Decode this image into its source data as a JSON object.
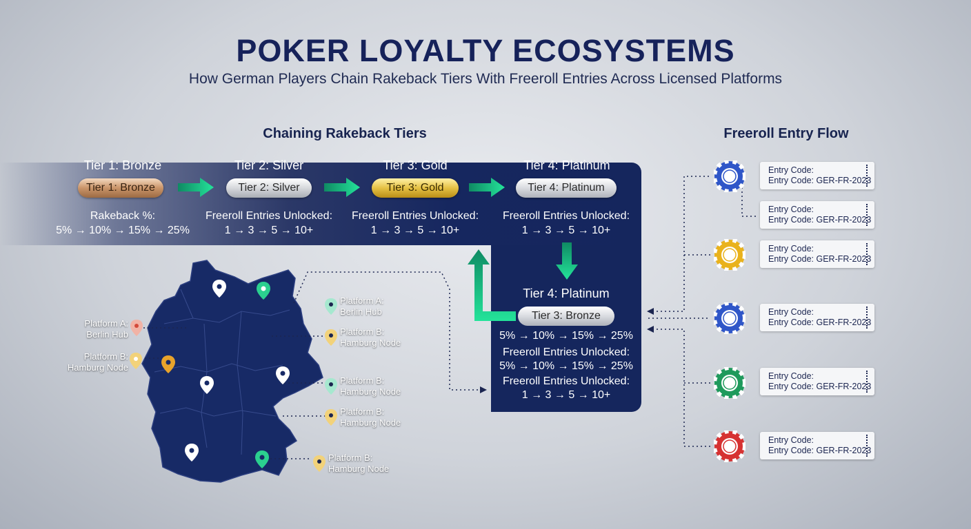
{
  "header": {
    "title": "POKER LOYALTY ECOSYSTEMS",
    "subtitle": "How German Players Chain Rakeback Tiers With Freeroll Entries Across Licensed Platforms"
  },
  "sections": {
    "chain": "Chaining Rakeback Tiers",
    "flow": "Freeroll Entry Flow"
  },
  "tiers": [
    {
      "heading": "Tier 1: Bronze",
      "pill": "Tier 1: Bronze",
      "line1": "Rakeback %:",
      "line2": "5% → 10% → 15% → 25%"
    },
    {
      "heading": "Tier 2: Silver",
      "pill": "Tier 2: Silver",
      "line1": "Freeroll Entries Unlocked:",
      "line2": "1 → 3 → 5 → 10+"
    },
    {
      "heading": "Tier 3: Gold",
      "pill": "Tier 3: Gold",
      "line1": "Freeroll Entries Unlocked:",
      "line2": "1 → 3 → 5 → 10+"
    },
    {
      "heading": "Tier 4: Platinum",
      "pill": "Tier 4: Platinum",
      "line1": "Freeroll Entries Unlocked:",
      "line2": "1 → 3 → 5 → 10+"
    }
  ],
  "panel": {
    "heading": "Tier 4: Platinum",
    "pill": "Tier 3: Bronze",
    "l1": "5% → 10% → 15% → 25%",
    "l2": "Freeroll Entries Unlocked:",
    "l3": "5% → 10% → 15% → 25%",
    "l4": "Freeroll Entries Unlocked:",
    "l5": "1 → 3 → 5 → 10+"
  },
  "map_labels": [
    {
      "name": "Platform A:",
      "sub": "Berlin Hub"
    },
    {
      "name": "Platform B:",
      "sub": "Hamburg Node"
    },
    {
      "name": "Platform A:",
      "sub": "Berlin Hub"
    },
    {
      "name": "Platform B:",
      "sub": "Hamburg Node"
    },
    {
      "name": "Platform B:",
      "sub": "Hamburg Node"
    },
    {
      "name": "Platform B:",
      "sub": "Hamburg Node"
    },
    {
      "name": "Platform B:",
      "sub": "Hamburg Node"
    }
  ],
  "tickets": [
    {
      "l1": "Entry Code:",
      "l2": "Entry Code: GER-FR-2023"
    },
    {
      "l1": "Entry Code:",
      "l2": "Entry Code: GER-FR-2023"
    },
    {
      "l1": "Entry Code:",
      "l2": "Entry Code: GER-FR-2023"
    },
    {
      "l1": "Entry Code:",
      "l2": "Entry Code: GER-FR-2023"
    },
    {
      "l1": "Entry Code:",
      "l2": "Entry Code: GER-FR-2023"
    },
    {
      "l1": "Entry Code:",
      "l2": "Entry Code: GER-FR-2023"
    }
  ],
  "chips": [
    {
      "color": "#2f56c8"
    },
    {
      "color": "#e9b21c"
    },
    {
      "color": "#2f56c8"
    },
    {
      "color": "#1f9a5c"
    },
    {
      "color": "#d63232"
    }
  ],
  "colors": {
    "navy": "#15265d",
    "arrow": "#1fcf8c",
    "pin_gold": "#e8a32b"
  }
}
